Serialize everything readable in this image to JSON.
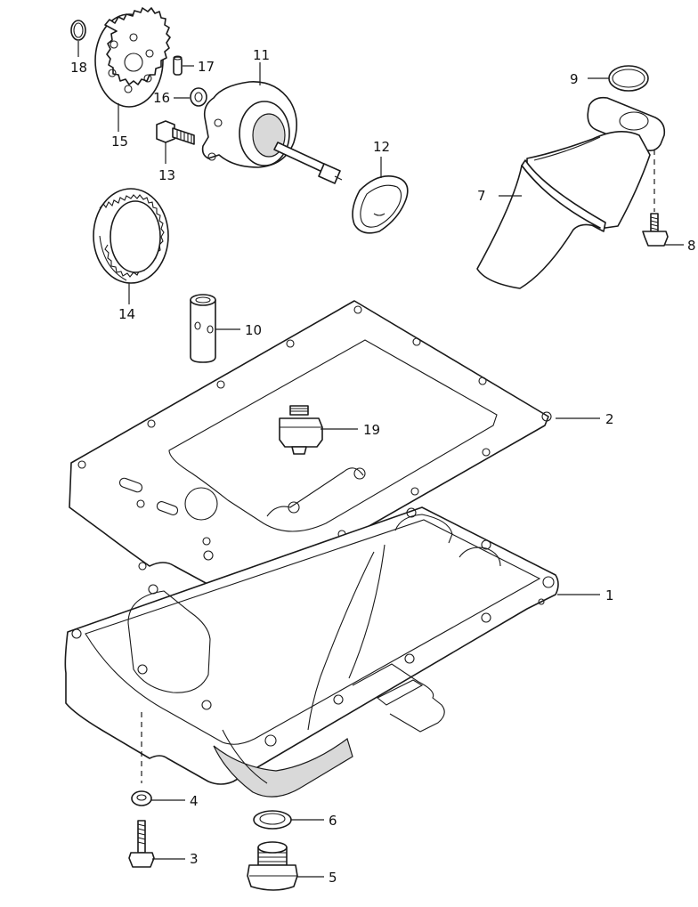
{
  "callouts": {
    "c1": "1",
    "c2": "2",
    "c3": "3",
    "c4": "4",
    "c5": "5",
    "c6": "6",
    "c7": "7",
    "c8": "8",
    "c9": "9",
    "c10": "10",
    "c11": "11",
    "c12": "12",
    "c13": "13",
    "c14": "14",
    "c15": "15",
    "c16": "16",
    "c17": "17",
    "c18": "18",
    "c19": "19"
  },
  "colors": {
    "line": "#1a1a1a",
    "shade": "#d9d9d9",
    "background": "#ffffff"
  }
}
